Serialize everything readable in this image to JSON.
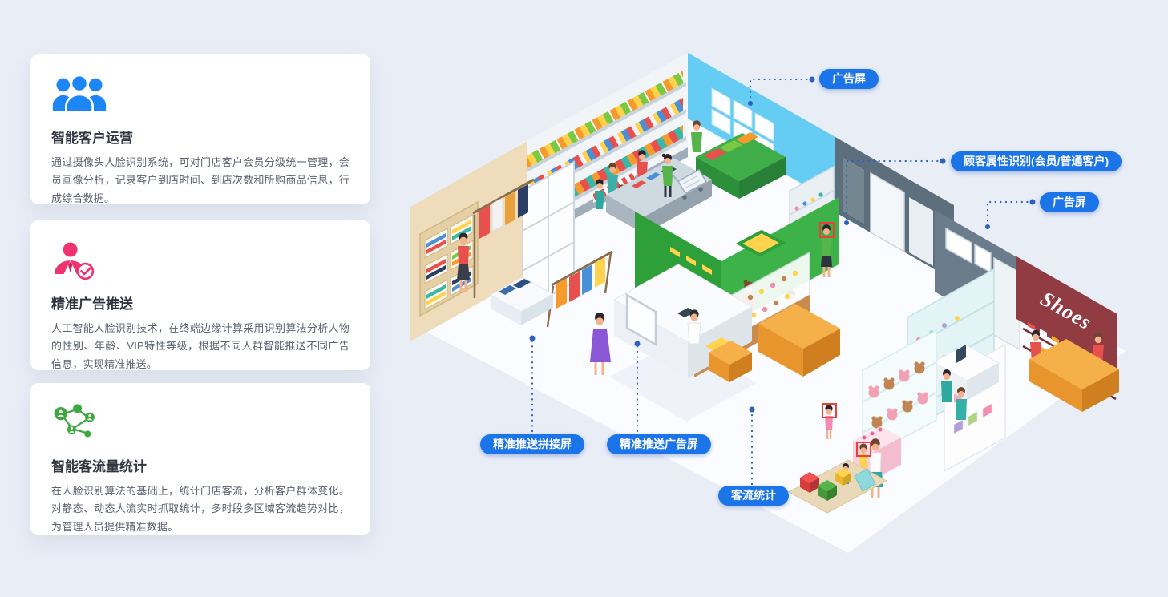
{
  "page": {
    "background_color": "#e9edf6",
    "accent_color": "#1b74e8"
  },
  "cards": [
    {
      "icon": "people-group-icon",
      "icon_color": "#1d86f5",
      "title": "智能客户运营",
      "body": "通过摄像头人脸识别系统，可对门店客户会员分级统一管理，会员画像分析，记录客户到店时间、到店次数和所购商品信息，行成综合数据。"
    },
    {
      "icon": "person-verified-icon",
      "icon_color": "#f0336f",
      "title": "精准广告推送",
      "body": "人工智能人脸识别技术，在终端边缘计算采用识别算法分析人物的性别、年龄、VIP特性等级，根据不同人群智能推送不同广告信息，实现精准推送。"
    },
    {
      "icon": "people-network-icon",
      "icon_color": "#3ca93f",
      "title": "智能客流量统计",
      "body": "在人脸识别算法的基础上，统计门店客流，分析客户群体变化。对静态、动态人流实时抓取统计，多时段多区域客流趋势对比，为管理人员提供精准数据。"
    }
  ],
  "callouts": [
    {
      "label": "广告屏"
    },
    {
      "label": "顾客属性识别(会员/普通客户)"
    },
    {
      "label": "广告屏"
    },
    {
      "label": "精准推送拼接屏"
    },
    {
      "label": "精准推送广告屏"
    },
    {
      "label": "客流统计"
    }
  ],
  "illustration": {
    "shoes_sign": "Shoes",
    "callout_pill_color": "#1b74e8",
    "connector_color": "#2e5fc2",
    "recognition_box_color": "#e8413a"
  }
}
